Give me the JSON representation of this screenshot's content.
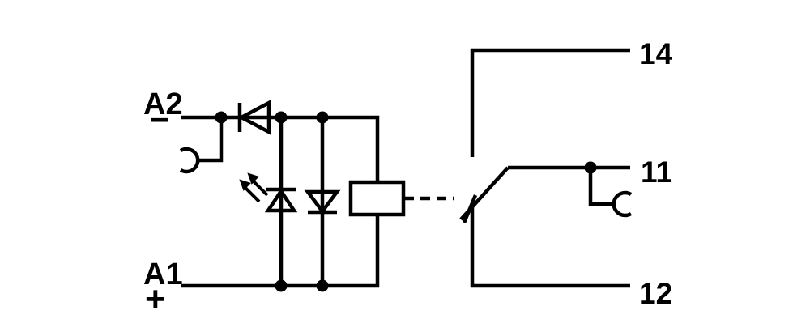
{
  "diagram": {
    "title": "relay-module-schematic",
    "terminals": {
      "a2": {
        "label": "A2",
        "polarity": "−"
      },
      "a1": {
        "label": "A1",
        "polarity": "+"
      },
      "t14": {
        "label": "14"
      },
      "t11": {
        "label": "11"
      },
      "t12": {
        "label": "12"
      }
    },
    "components": [
      "series-diode",
      "led-indicator",
      "suppressor-diode",
      "relay-coil",
      "actuator-dashed-link",
      "changeover-contact",
      "socket-contact-left",
      "socket-contact-right"
    ],
    "colors": {
      "line": "#000000",
      "background": "#ffffff"
    }
  }
}
